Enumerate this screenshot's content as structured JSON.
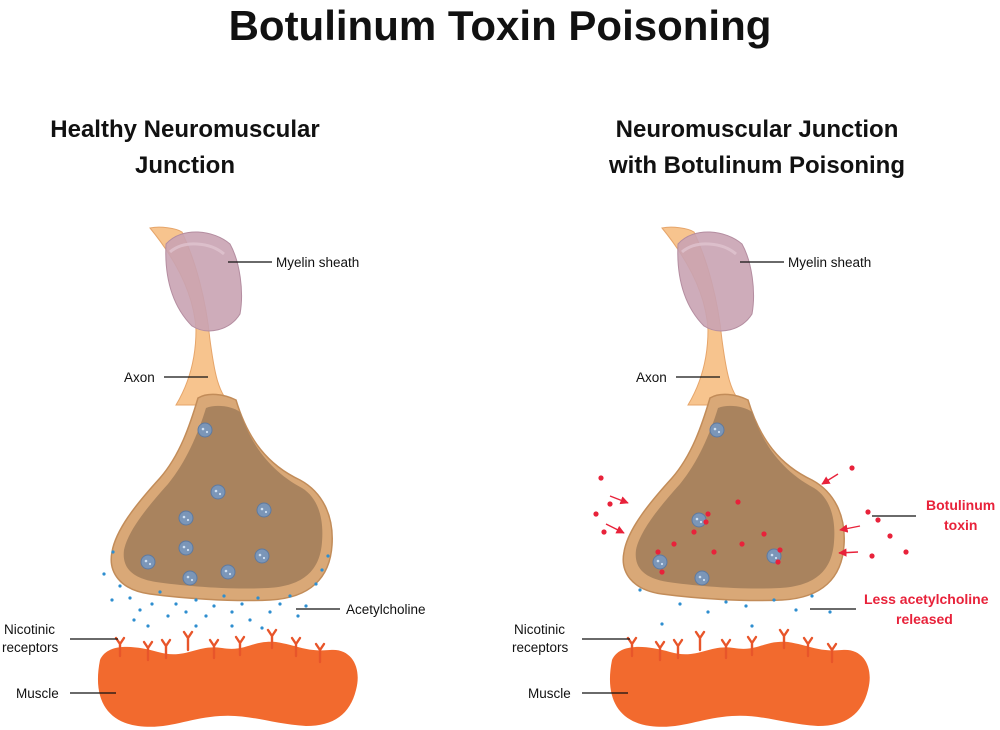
{
  "title": "Botulinum Toxin Poisoning",
  "panels": {
    "healthy": {
      "title_line1": "Healthy Neuromuscular",
      "title_line2": "Junction",
      "labels": {
        "myelin": "Myelin sheath",
        "axon": "Axon",
        "acetylcholine": "Acetylcholine",
        "receptors_line1": "Nicotinic",
        "receptors_line2": "receptors",
        "muscle": "Muscle"
      }
    },
    "poisoned": {
      "title_line1": "Neuromuscular  Junction",
      "title_line2": "with Botulinum Poisoning",
      "labels": {
        "myelin": "Myelin sheath",
        "axon": "Axon",
        "toxin_line1": "Botulinum",
        "toxin_line2": "toxin",
        "less_ach_line1": "Less acetylcholine",
        "less_ach_line2": "released",
        "receptors_line1": "Nicotinic",
        "receptors_line2": "receptors",
        "muscle": "Muscle"
      }
    }
  },
  "colors": {
    "axon": "#f7c48e",
    "terminal_outer": "#d9a877",
    "terminal_inner": "#a9835e",
    "myelin": "#c9a3b3",
    "vesicle": "#7b96b8",
    "acetylcholine": "#2e8ecf",
    "receptor": "#e8552a",
    "muscle": "#f26a2e",
    "toxin": "#e8223a"
  }
}
